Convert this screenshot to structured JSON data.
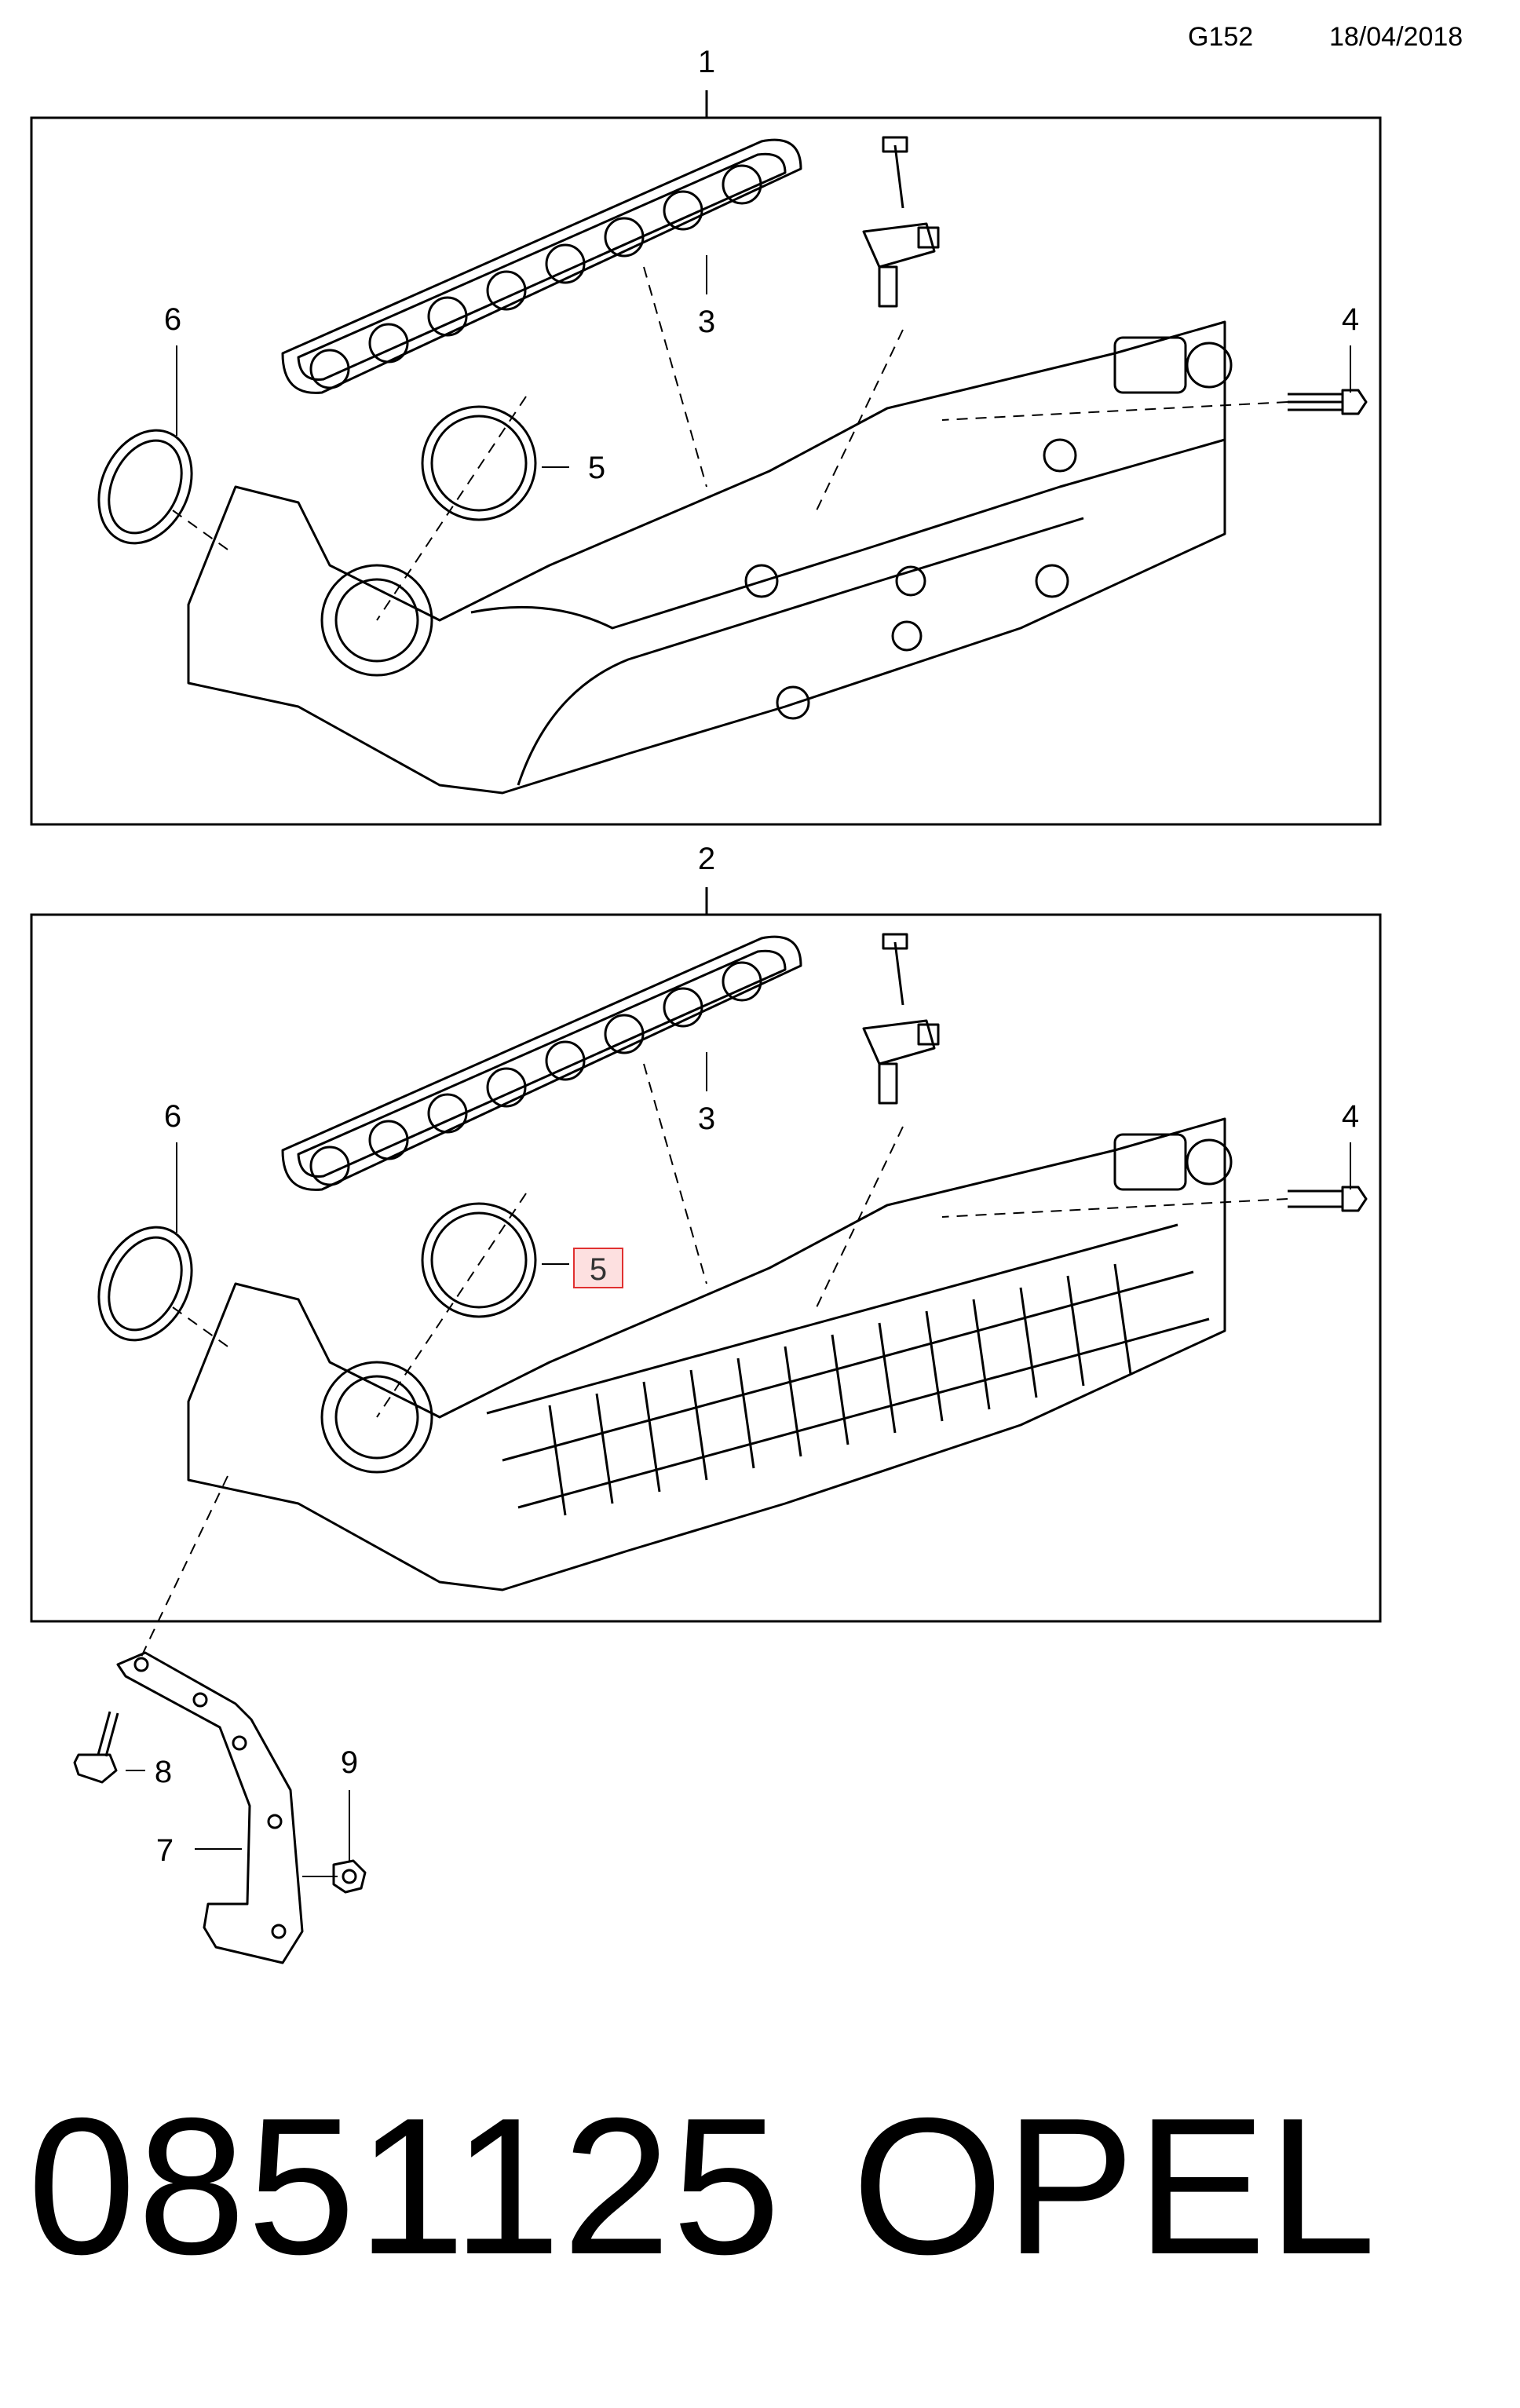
{
  "header": {
    "code": "G152",
    "date": "18/04/2018"
  },
  "footer": {
    "part_number": "0851125",
    "brand": "OPEL"
  },
  "panels": [
    {
      "id": "1",
      "label": "1"
    },
    {
      "id": "2",
      "label": "2"
    }
  ],
  "callouts": {
    "top": [
      "3",
      "4",
      "5",
      "6"
    ],
    "bottom": [
      "3",
      "4",
      "5",
      "6"
    ],
    "bracket": [
      "7",
      "8",
      "9"
    ]
  },
  "highlight": {
    "callout": "5",
    "panel": "2",
    "color": "#e03030",
    "fill": "#fde0e0"
  }
}
